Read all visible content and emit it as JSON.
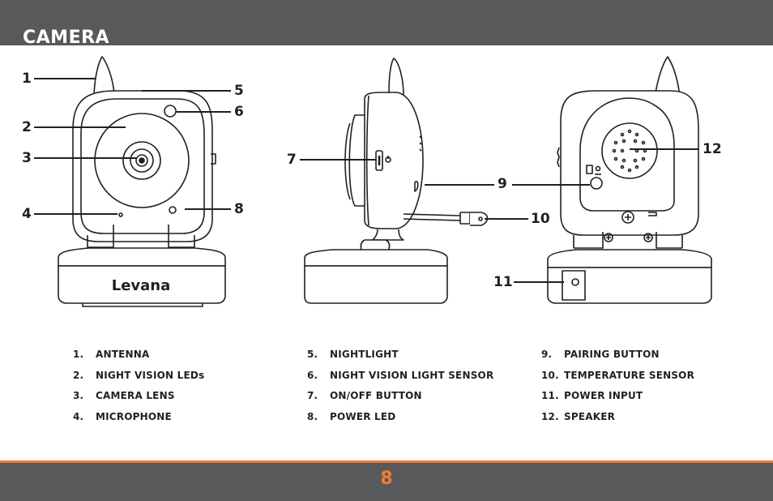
{
  "header": {
    "title": "CAMERA"
  },
  "brand": {
    "logo_text": "Levana"
  },
  "callouts": [
    "1",
    "2",
    "3",
    "4",
    "5",
    "6",
    "7",
    "8",
    "9",
    "10",
    "11",
    "12"
  ],
  "legend": [
    {
      "num": "1.",
      "label": "ANTENNA"
    },
    {
      "num": "2.",
      "label": "NIGHT VISION LEDs"
    },
    {
      "num": "3.",
      "label": "CAMERA LENS"
    },
    {
      "num": "4.",
      "label": "MICROPHONE"
    },
    {
      "num": "5.",
      "label": "NIGHTLIGHT"
    },
    {
      "num": "6.",
      "label": "NIGHT VISION LIGHT SENSOR"
    },
    {
      "num": "7.",
      "label": "ON/OFF BUTTON"
    },
    {
      "num": "8.",
      "label": "POWER LED"
    },
    {
      "num": "9.",
      "label": "PAIRING BUTTON"
    },
    {
      "num": "10.",
      "label": "TEMPERATURE SENSOR"
    },
    {
      "num": "11.",
      "label": "POWER INPUT"
    },
    {
      "num": "12.",
      "label": "SPEAKER"
    }
  ],
  "footer": {
    "page_number": "8"
  },
  "colors": {
    "bar": "#58595b",
    "accent": "#f47b37",
    "ink": "#231f20"
  }
}
